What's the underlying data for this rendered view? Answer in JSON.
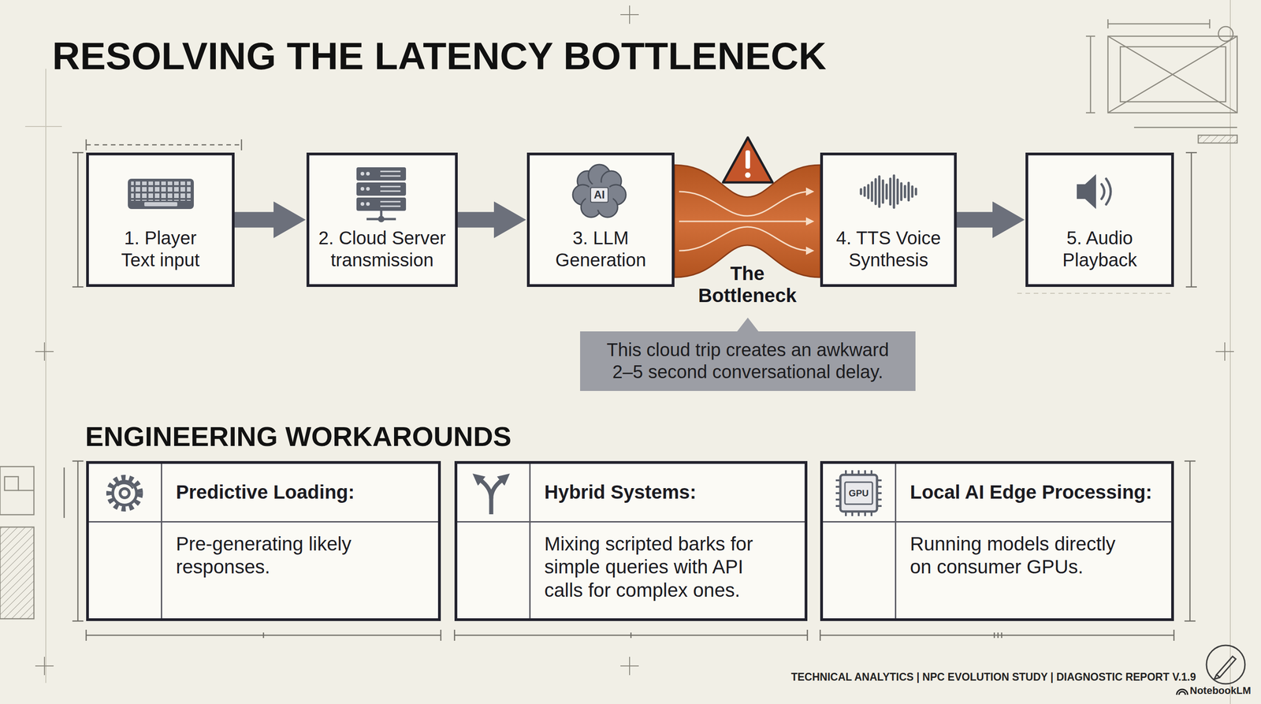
{
  "diagram": {
    "title": "RESOLVING THE LATENCY BOTTLENECK",
    "nodes": [
      {
        "text": [
          "1. Player Text input"
        ]
      },
      {
        "text": [
          "2. Cloud Server transmission"
        ]
      },
      {
        "text": [
          "3. LLM Generation"
        ]
      },
      {
        "text": [
          "The Bottleneck"
        ]
      },
      {
        "text": [
          "4. TTS Voice Synthesis"
        ]
      },
      {
        "text": [
          "5. Audio Playback"
        ]
      },
      {
        "text": [
          "This cloud trip creates an awkward 2–5 second conversational delay."
        ]
      },
      {
        "text": [
          "Predictive Loading:",
          "Pre-generating likely responses."
        ]
      },
      {
        "text": [
          "Hybrid Systems:",
          "Mixing scripted barks for simple queries with API calls for complex ones."
        ]
      },
      {
        "text": [
          "Local AI Edge Processing:",
          "Running models directly on consumer GPUs."
        ]
      }
    ],
    "edges": [
      {
        "from": 0,
        "to": 1,
        "arrow": "to"
      },
      {
        "from": 1,
        "to": 2,
        "arrow": "to"
      },
      {
        "from": 4,
        "to": 5,
        "arrow": "to"
      }
    ],
    "labels": [
      "AI",
      "ENGINEERING WORKAROUNDS",
      "GPU",
      "TECHNICAL ANALYTICS | NPC EVOLUTION STUDY | DIAGNOSTIC REPORT V.1.9",
      "NotebookLM"
    ]
  }
}
